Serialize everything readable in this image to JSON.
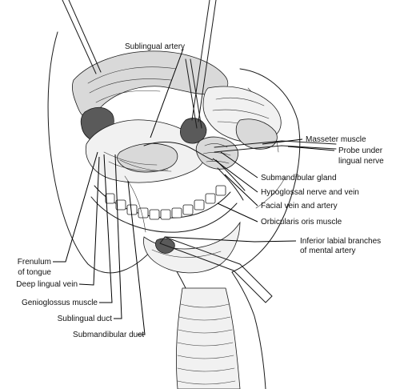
{
  "labels": {
    "sublingual_artery": "Sublingual artery",
    "masseter_muscle": "Masseter muscle",
    "probe_under_line1": "Probe under",
    "probe_under_line2": "lingual nerve",
    "submandibular_gland": "Submandibular gland",
    "hypoglossal": "Hypoglossal nerve and vein",
    "facial_vein_artery": "Facial vein and artery",
    "orbicularis_oris": "Orbicularis oris muscle",
    "inferior_labial_line1": "Inferior labial branches",
    "inferior_labial_line2": "of mental artery",
    "frenulum_line1": "Frenulum",
    "frenulum_line2": "of tongue",
    "deep_lingual_vein": "Deep lingual vein",
    "genioglossus": "Genioglossus muscle",
    "sublingual_duct": "Sublingual duct",
    "submandibular_duct": "Submandibular duct"
  }
}
